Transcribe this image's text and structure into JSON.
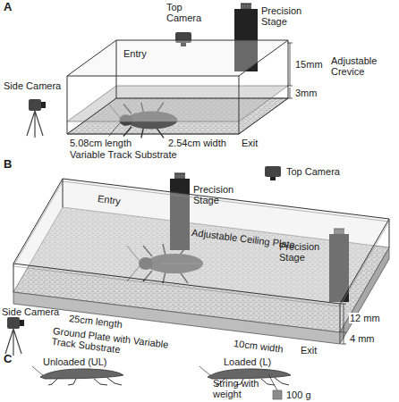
{
  "diagram": {
    "labels": [
      "A",
      "Top Camera",
      "Precision Stage",
      "Entry",
      "Side Camera",
      "5.08cm length",
      "Variable Track Substrate",
      "2.54cm width",
      "Exit",
      "15mm",
      "3mm",
      "Adjustable Crevice",
      "B",
      "Top Camera",
      "Precision Stage",
      "Precision Stage",
      "Entry",
      "Adjustable Ceiling Plate",
      "Side Camera",
      "25cm length",
      "Ground Plate with Variable Track Substrate",
      "12 mm",
      "4 mm",
      "10cm width",
      "Exit",
      "C",
      "Unloaded (UL)",
      "Loaded (L)",
      "String with weight",
      "100 g"
    ]
  }
}
